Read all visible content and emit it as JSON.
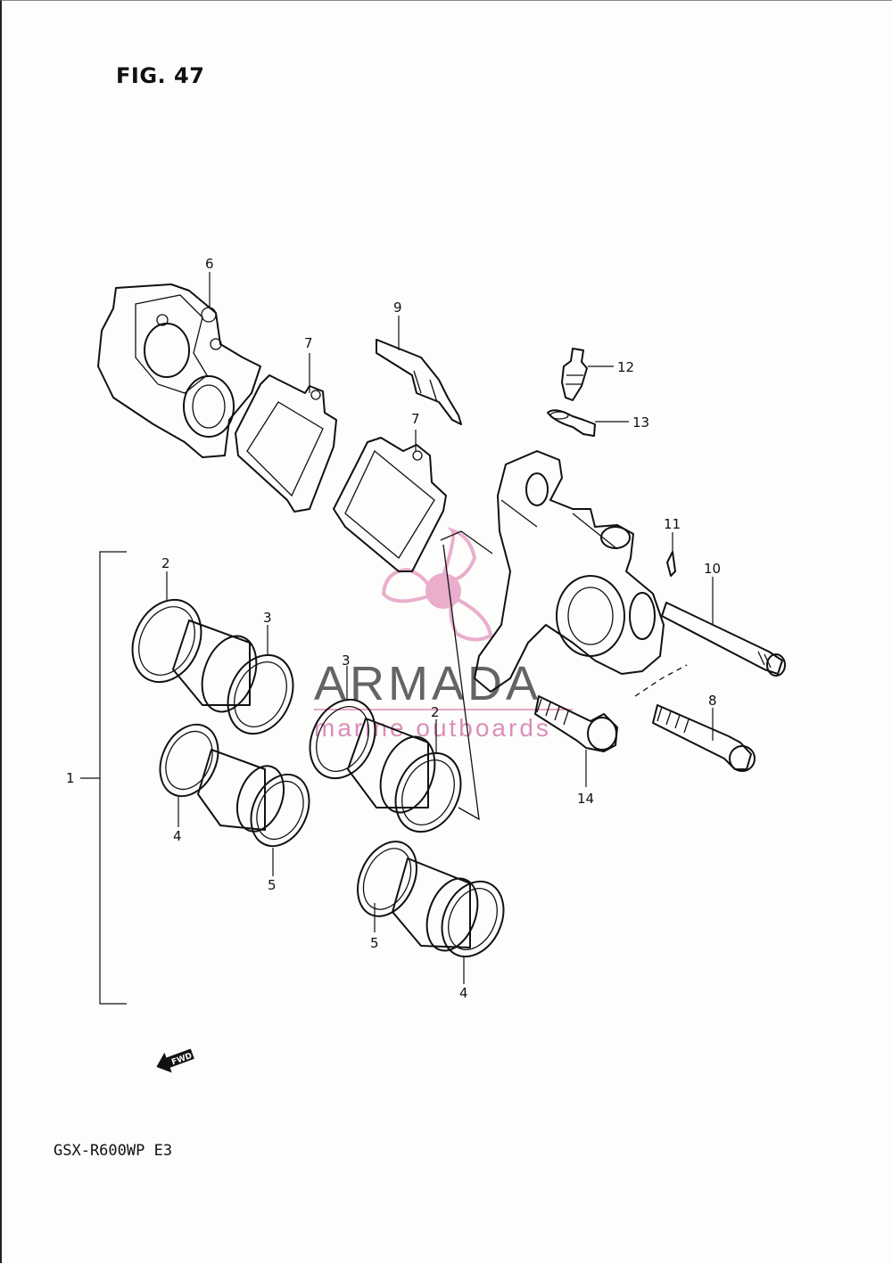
{
  "figure_title": "FIG. 47",
  "model_code": "GSX-R600WP  E3",
  "watermark": {
    "name": "ARMADA",
    "tagline": "marine outboards",
    "logo_icon": "propeller-logo-icon",
    "accent_color": "#e8a6c8"
  },
  "fwd_indicator": {
    "label": "FWD",
    "icon": "fwd-arrow-icon"
  },
  "callouts": {
    "c1": "1",
    "c2a": "2",
    "c2b": "2",
    "c3a": "3",
    "c3b": "3",
    "c4a": "4",
    "c4b": "4",
    "c5a": "5",
    "c5b": "5",
    "c6": "6",
    "c7a": "7",
    "c7b": "7",
    "c8": "8",
    "c9": "9",
    "c10": "10",
    "c11": "11",
    "c12": "12",
    "c13": "13",
    "c14": "14"
  }
}
